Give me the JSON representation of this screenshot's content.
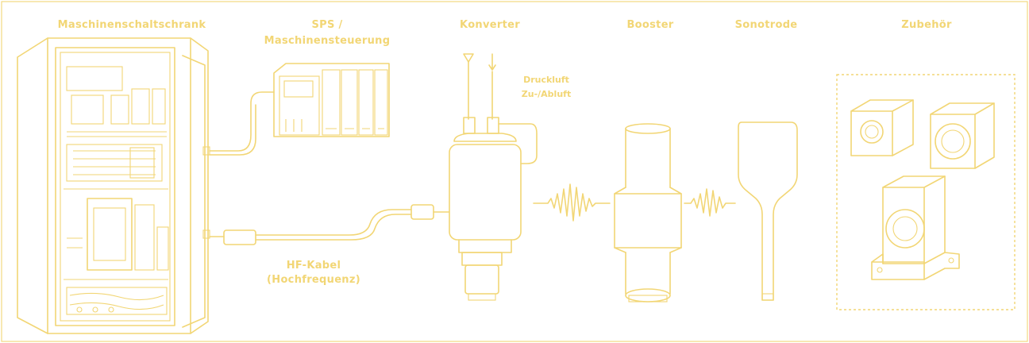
{
  "labels": {
    "cabinet": "Maschinenschaltschrank",
    "sps_line1": "SPS /",
    "sps_line2": "Maschinensteuerung",
    "converter": "Konverter",
    "booster": "Booster",
    "sonotrode": "Sonotrode",
    "accessories": "Zubehör",
    "air_line1": "Druckluft",
    "air_line2": "Zu-/Abluft",
    "hf_line1": "HF-Kabel",
    "hf_line2": "(Hochfrequenz)"
  },
  "colors": {
    "line": "#f2d675",
    "background": "#ffffff"
  }
}
